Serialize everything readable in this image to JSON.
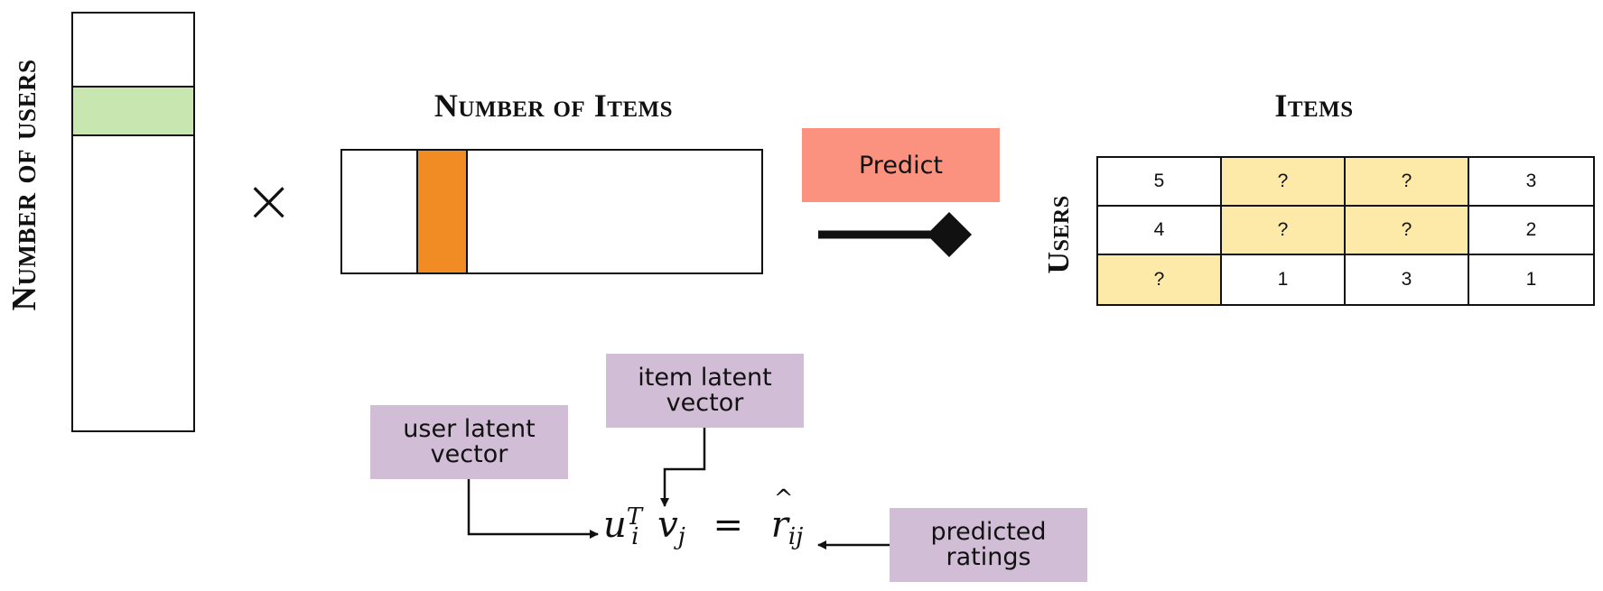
{
  "diagram": {
    "users_axis_label": "Number of users",
    "items_axis_label": "Number of Items",
    "multiply_symbol": "×",
    "predict_label": "Predict",
    "ratings_title": "Items",
    "ratings_side_label": "Users",
    "ratings": [
      [
        "5",
        "?",
        "?",
        "3"
      ],
      [
        "4",
        "?",
        "?",
        "2"
      ],
      [
        "?",
        "1",
        "3",
        "1"
      ]
    ],
    "annotations": {
      "user_latent_vector": "user latent\nvector",
      "item_latent_vector": "item latent\nvector",
      "predicted_ratings": "predicted\nratings"
    },
    "formula": {
      "u": "u",
      "u_sub": "i",
      "u_sup": "T",
      "v": "v",
      "v_sub": "j",
      "equals": "=",
      "r": "r",
      "r_sub": "ij"
    }
  },
  "colors": {
    "user_row_fill": "#c8e6b0",
    "item_col_fill": "#f08c23",
    "predict_fill": "#fb917f",
    "unknown_cell_fill": "#fdeaa8",
    "annotation_fill": "#d2bdd7",
    "line": "#111111"
  }
}
